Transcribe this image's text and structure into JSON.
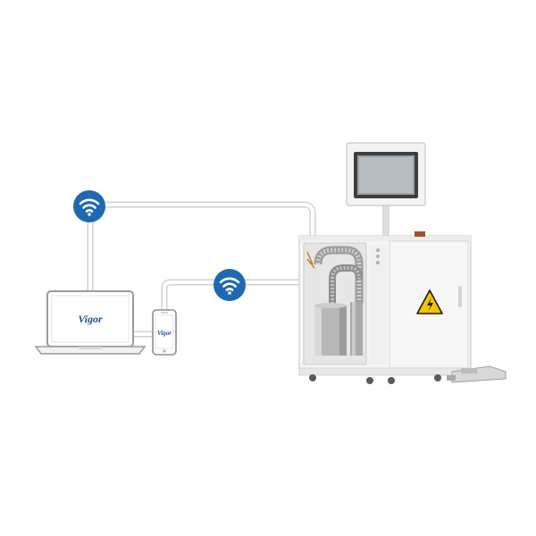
{
  "diagram": {
    "nodes": [
      {
        "id": "laptop",
        "kind": "laptop",
        "screen_logo": "Vigor"
      },
      {
        "id": "phone",
        "kind": "smartphone",
        "screen_logo": "Vigor"
      },
      {
        "id": "machine",
        "kind": "industrial-cabinet"
      },
      {
        "id": "hmi",
        "kind": "touch-screen-panel"
      },
      {
        "id": "foot-pedal",
        "kind": "foot-pedal"
      }
    ],
    "links": [
      {
        "from": "laptop",
        "to": "machine",
        "via": "wifi"
      },
      {
        "from": "phone",
        "to": "machine",
        "via": "wifi"
      },
      {
        "from": "laptop",
        "to": "phone",
        "via": "cable"
      },
      {
        "from": "hmi",
        "to": "machine",
        "via": "stand"
      }
    ],
    "icons": {
      "wifi": "wifi-icon",
      "hazard": "high-voltage-warning-icon"
    },
    "colors": {
      "wifi_badge": "#1f69b3",
      "brand_blue": "#1c4f8f",
      "hazard_yellow": "#f5c400",
      "cabinet": "#f4f4f4",
      "connector": "#d6d6d6"
    }
  }
}
